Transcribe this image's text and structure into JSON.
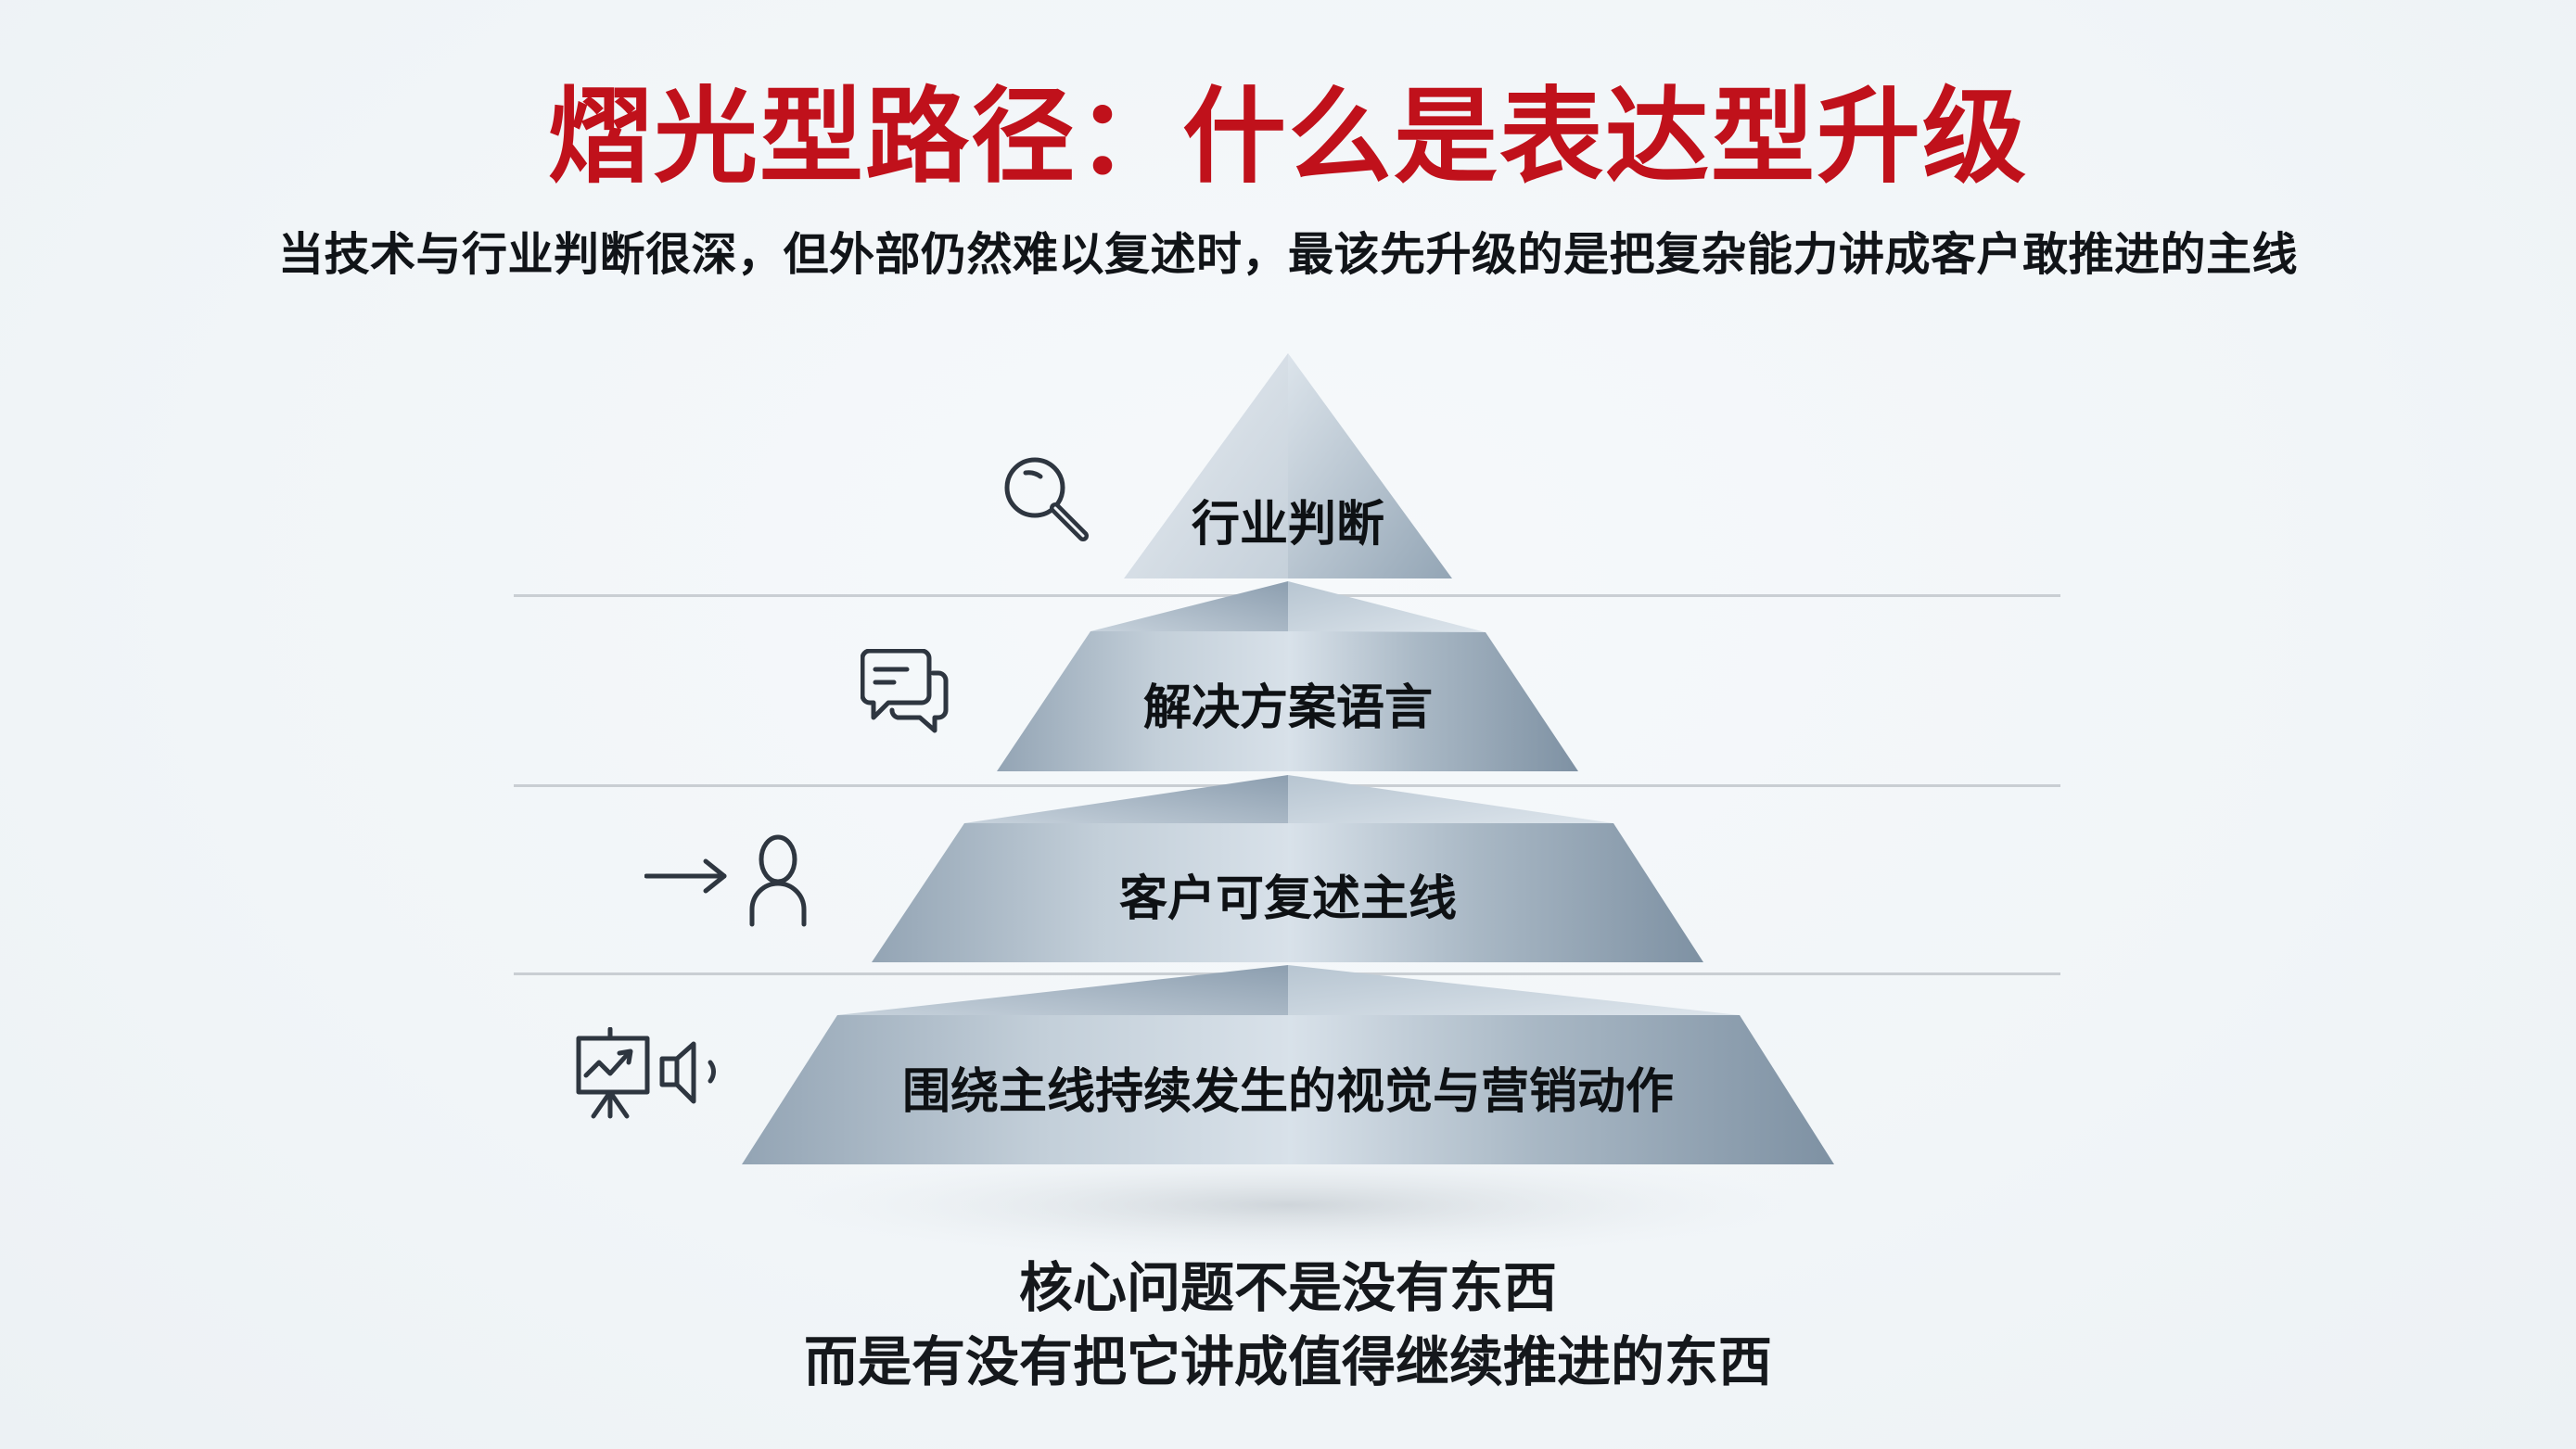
{
  "header": {
    "title": "熠光型路径：什么是表达型升级",
    "subtitle": "当技术与行业判断很深，但外部仍然难以复述时，最该先升级的是把复杂能力讲成客户敢推进的主线"
  },
  "pyramid": {
    "layers": [
      {
        "label": "行业判断",
        "icon": "magnifier-icon"
      },
      {
        "label": "解决方案语言",
        "icon": "chat-bubbles-icon"
      },
      {
        "label": "客户可复述主线",
        "icon": "arrow-to-person-icon"
      },
      {
        "label": "围绕主线持续发生的视觉与营销动作",
        "icon": "presentation-and-speaker-icon"
      }
    ]
  },
  "conclusion": {
    "line1": "核心问题不是没有东西",
    "line2": "而是有没有把它讲成值得继续推进的东西"
  },
  "colors": {
    "title_red": "#C0111B",
    "text_dark": "#111418",
    "pyramid_light": "#E4EAF0",
    "pyramid_mid": "#B3C1CD",
    "pyramid_dark": "#7D8FA0",
    "icon_stroke": "#2E3640",
    "divider": "#C9CED3",
    "background": "#F1F5F8"
  }
}
